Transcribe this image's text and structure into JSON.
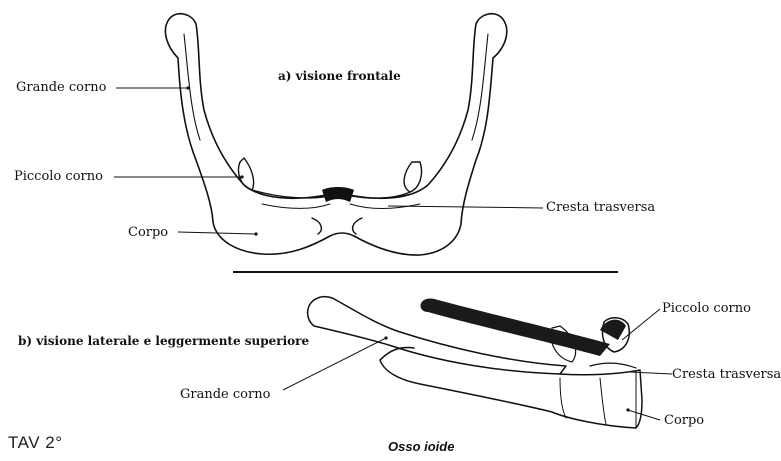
{
  "top_view": {
    "heading": "a) visione frontale",
    "labels": {
      "grande_corno": "Grande corno",
      "piccolo_corno": "Piccolo corno",
      "corpo": "Corpo",
      "cresta_trasversa": "Cresta trasversa"
    }
  },
  "side_view": {
    "heading": "b) visione laterale e leggermente superiore",
    "labels": {
      "piccolo_corno": "Piccolo corno",
      "grande_corno": "Grande corno",
      "cresta_trasversa": "Cresta trasversa",
      "corpo": "Corpo"
    }
  },
  "footer": {
    "plate": "TAV 2°",
    "title": "Osso ioide"
  }
}
